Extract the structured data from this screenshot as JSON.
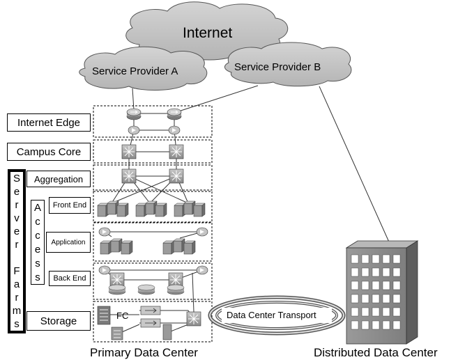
{
  "clouds": {
    "internet": "Internet",
    "provider_a": "Service Provider A",
    "provider_b": "Service Provider B"
  },
  "layers": {
    "internet_edge": "Internet Edge",
    "campus_core": "Campus Core",
    "aggregation": "Aggregation",
    "storage": "Storage"
  },
  "server_farms_letters": [
    "S",
    "e",
    "r",
    "v",
    "e",
    "r",
    "",
    "F",
    "a",
    "r",
    "m",
    "s"
  ],
  "access_letters": [
    "A",
    "c",
    "c",
    "e",
    "s",
    "s"
  ],
  "access_tiers": {
    "front_end": "Front End",
    "application": "Application",
    "back_end": "Back End"
  },
  "storage": {
    "fc_label": "FC"
  },
  "transport": {
    "label": "Data Center Transport"
  },
  "sites": {
    "primary": "Primary Data Center",
    "distributed": "Distributed Data Center"
  }
}
